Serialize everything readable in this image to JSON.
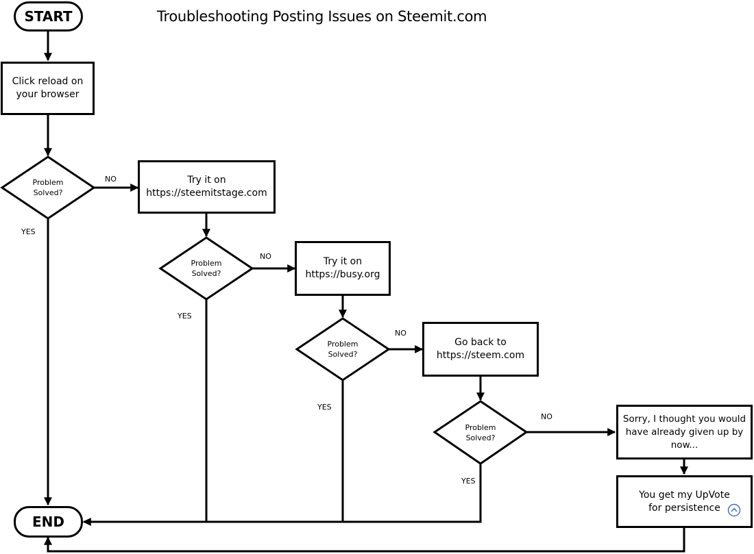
{
  "title": "Troubleshooting Posting Issues on Steemit.com",
  "start": "START",
  "end": "END",
  "steps": [
    {
      "line1": "Click reload on",
      "line2": "your browser"
    },
    {
      "line1": "Try it on",
      "line2": "https://steemitstage.com"
    },
    {
      "line1": "Try it on",
      "line2": "https://busy.org"
    },
    {
      "line1": "Go back to",
      "line2": "https://steem.com"
    },
    {
      "line1": "Sorry,  I thought you would",
      "line2": "have already given up by",
      "line3": "now..."
    },
    {
      "line1": "You get my UpVote",
      "line2": "for persistence"
    }
  ],
  "decision": {
    "line1": "Problem",
    "line2": "Solved?"
  },
  "no_label": "NO",
  "yes_label": "YES",
  "upvote_icon": "chevron-up-circle-icon",
  "accent_color": "#4472c4"
}
